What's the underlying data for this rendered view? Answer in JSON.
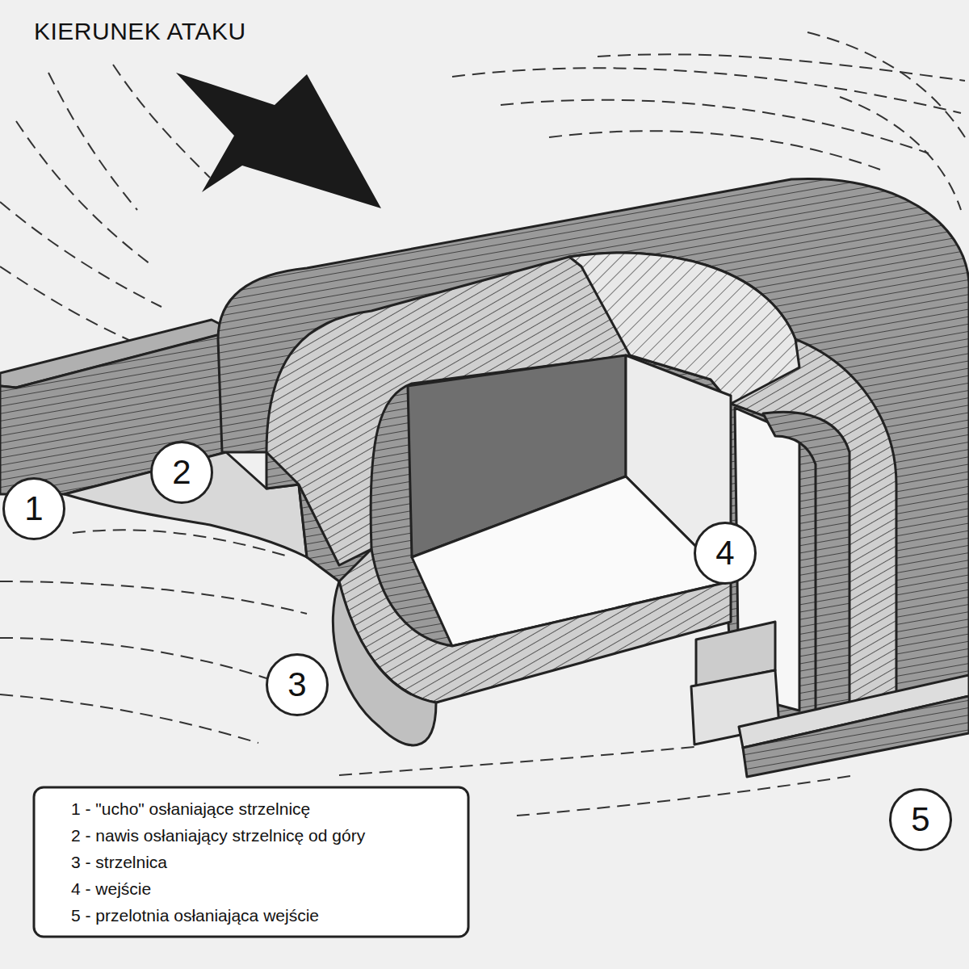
{
  "diagram": {
    "title": "KIERUNEK ATAKU",
    "nodes": [
      {
        "text": [
          "1"
        ]
      },
      {
        "text": [
          "2"
        ]
      },
      {
        "text": [
          "3"
        ]
      },
      {
        "text": [
          "4"
        ]
      },
      {
        "text": [
          "5"
        ]
      }
    ],
    "legend": [
      {
        "text": "1 - \"ucho\" osłaniające strzelnicę"
      },
      {
        "text": "2 - nawis osłaniający strzelnicę od góry"
      },
      {
        "text": "3 - strzelnica"
      },
      {
        "text": "4 - wejście"
      },
      {
        "text": "5 - przelotnia osłaniająca wejście"
      }
    ]
  }
}
